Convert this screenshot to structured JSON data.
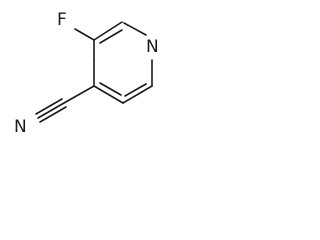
{
  "molecule": {
    "atoms": {
      "fluorine": "F",
      "ring_nitrogen": "N",
      "nitrile_nitrogen": "N"
    }
  }
}
